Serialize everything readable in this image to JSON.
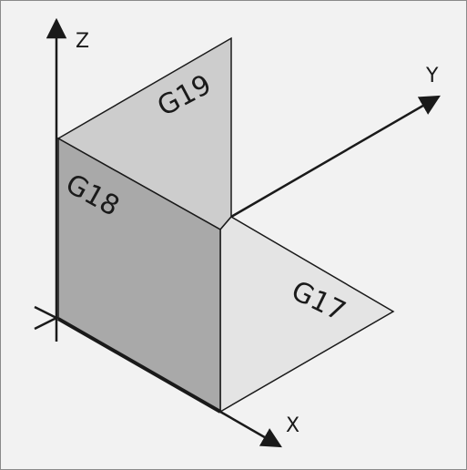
{
  "axes": {
    "z": "Z",
    "y": "Y",
    "x": "X"
  },
  "planes": {
    "g17": "G17",
    "g18": "G18",
    "g19": "G19"
  },
  "colors": {
    "background": "#f2f2f2",
    "frame": "#8a8a8a",
    "g17_plane": "#e4e4e4",
    "g18_plane": "#a9a9a9",
    "g19_plane": "#cdcdcd",
    "line": "#1a1a1a"
  }
}
